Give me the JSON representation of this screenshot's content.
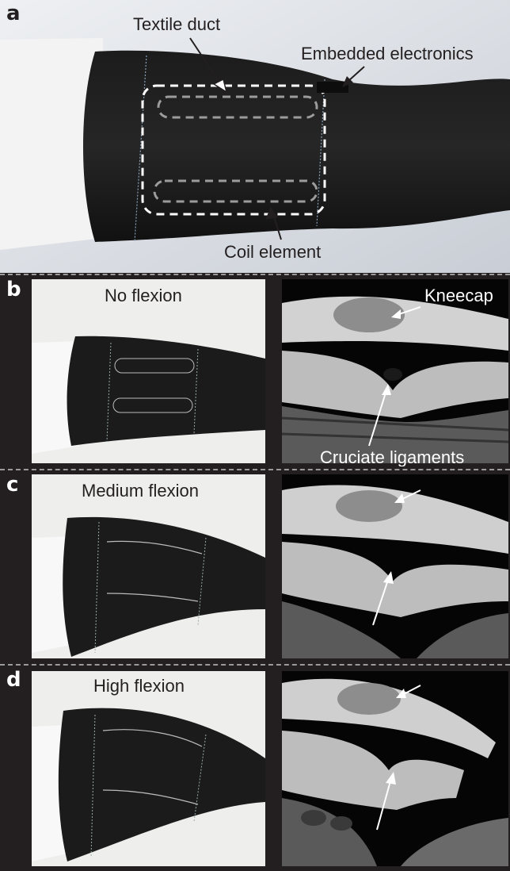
{
  "figure": {
    "panel_a": {
      "letter": "a",
      "annotations": {
        "textile_duct": "Textile duct",
        "embedded_electronics": "Embedded electronics",
        "coil_element": "Coil element"
      }
    },
    "panels": [
      {
        "letter": "b",
        "photo_label": "No flexion",
        "mri_labels": {
          "top": "Kneecap",
          "bottom": "Cruciate ligaments"
        }
      },
      {
        "letter": "c",
        "photo_label": "Medium flexion",
        "mri_labels": {
          "top": "",
          "bottom": ""
        }
      },
      {
        "letter": "d",
        "photo_label": "High flexion",
        "mri_labels": {
          "top": "",
          "bottom": ""
        }
      }
    ]
  }
}
